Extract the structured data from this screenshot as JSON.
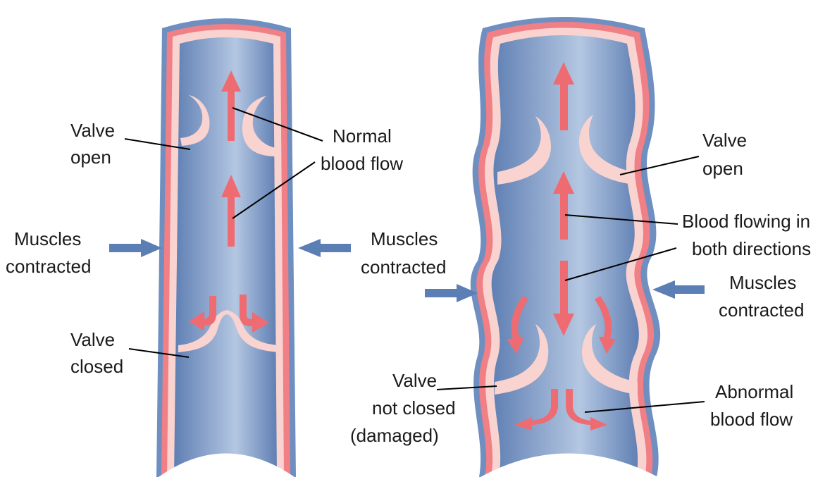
{
  "colors": {
    "outer_wall": "#6f8fc0",
    "muscle_layer": "#f07f86",
    "intima": "#f9d3cf",
    "lumen_dark": "#5f7fb3",
    "lumen_light": "#b4c7e2",
    "valve": "#f9d3cf",
    "flow_arrow": "#ee6b72",
    "pressure_arrow": "#5b7eb5",
    "leader_line": "#000000",
    "label_text": "#1a1a1a",
    "background": "#ffffff"
  },
  "icons": {
    "flow_arrow": "arrow",
    "pressure_arrow": "arrow"
  },
  "left_vein": {
    "condition": "healthy",
    "labels": {
      "valve_open": [
        "Valve",
        "open"
      ],
      "normal_flow": [
        "Normal",
        "blood flow"
      ],
      "muscles": [
        "Muscles",
        "contracted"
      ],
      "valve_closed": [
        "Valve",
        "closed"
      ]
    }
  },
  "right_vein": {
    "condition": "damaged",
    "labels": {
      "valve_open": [
        "Valve",
        "open"
      ],
      "both_directions": [
        "Blood flowing in",
        "both directions"
      ],
      "muscles_left": [
        "Muscles",
        "contracted"
      ],
      "muscles_right": [
        "Muscles",
        "contracted"
      ],
      "valve_not_closed": [
        "Valve",
        "not closed",
        "(damaged)"
      ],
      "abnormal_flow": [
        "Abnormal",
        "blood flow"
      ]
    }
  }
}
